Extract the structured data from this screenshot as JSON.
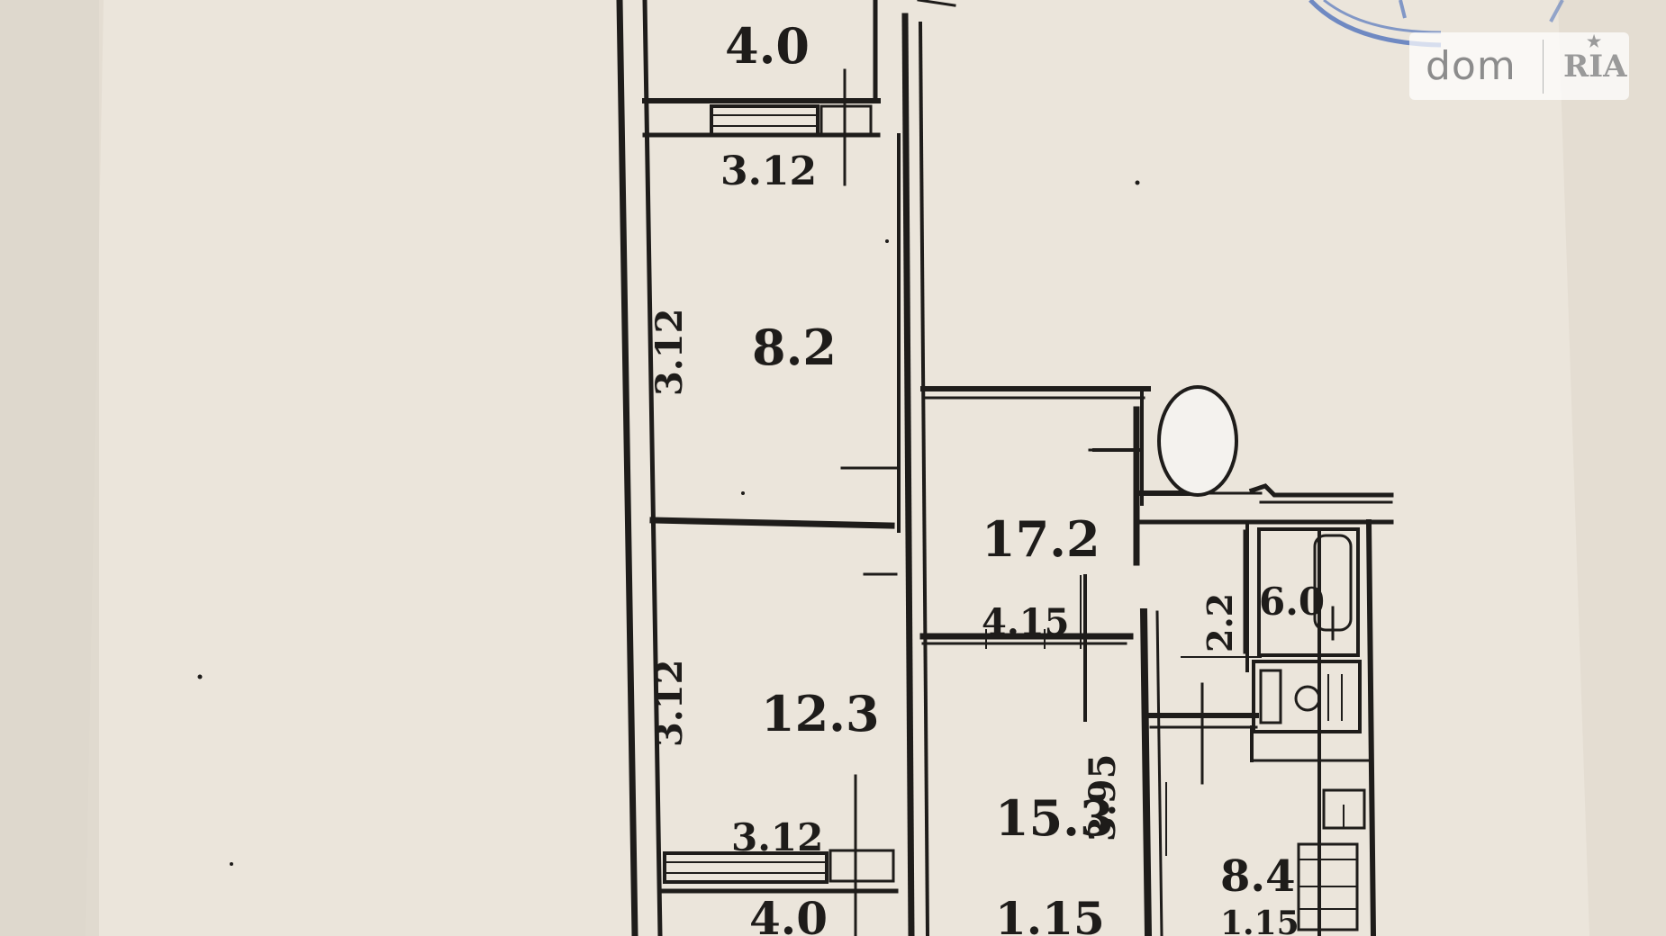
{
  "floor_plan": {
    "room_labels": [
      "4.0",
      "3.12",
      "8.2",
      "17.2",
      "12.3",
      "3.12",
      "4.0",
      "15.3",
      "1.15",
      "6.0",
      "8.4",
      "1.15"
    ],
    "dimension_labels": [
      "3.12",
      "4.15",
      "3.12",
      "3.95",
      "2.2"
    ]
  },
  "watermark": {
    "left_text": "dom",
    "right_text": "RIA",
    "star": "★"
  },
  "colors": {
    "paper": "#ebe5db",
    "outer_background": "#e6e0d6",
    "ink": "#1e1c1a",
    "stamp_blue": "#3a63b8"
  }
}
